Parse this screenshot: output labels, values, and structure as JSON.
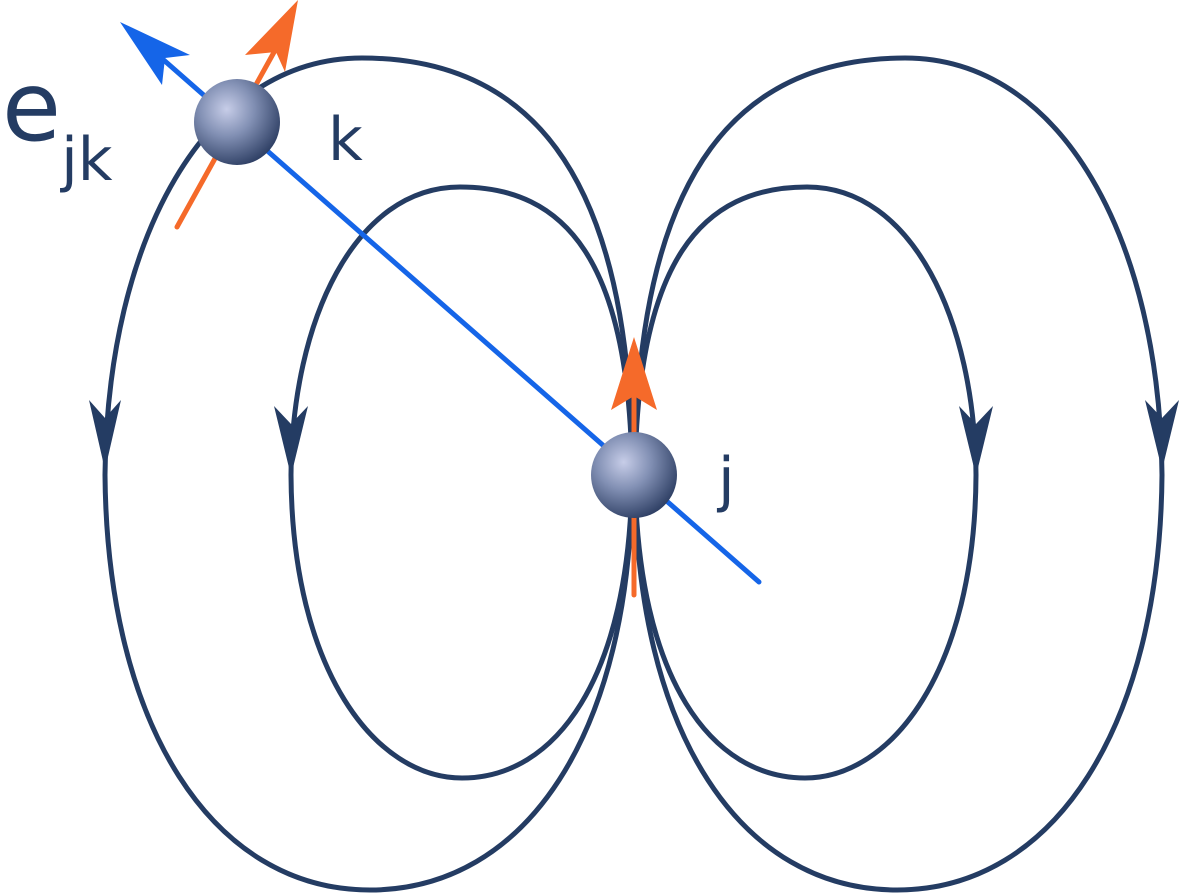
{
  "labels": {
    "vector_main": "e",
    "vector_subscript": "jk",
    "particle_k": "k",
    "particle_j": "j"
  },
  "colors": {
    "field_lines": "#243c63",
    "separation_vector": "#1565e8",
    "dipole_moment": "#f56a2a",
    "label_text": "#243c63",
    "particle_fill": "#7d8cb0"
  },
  "icons": {
    "particle": "sphere-icon",
    "field_arrow": "arrowhead-icon"
  }
}
